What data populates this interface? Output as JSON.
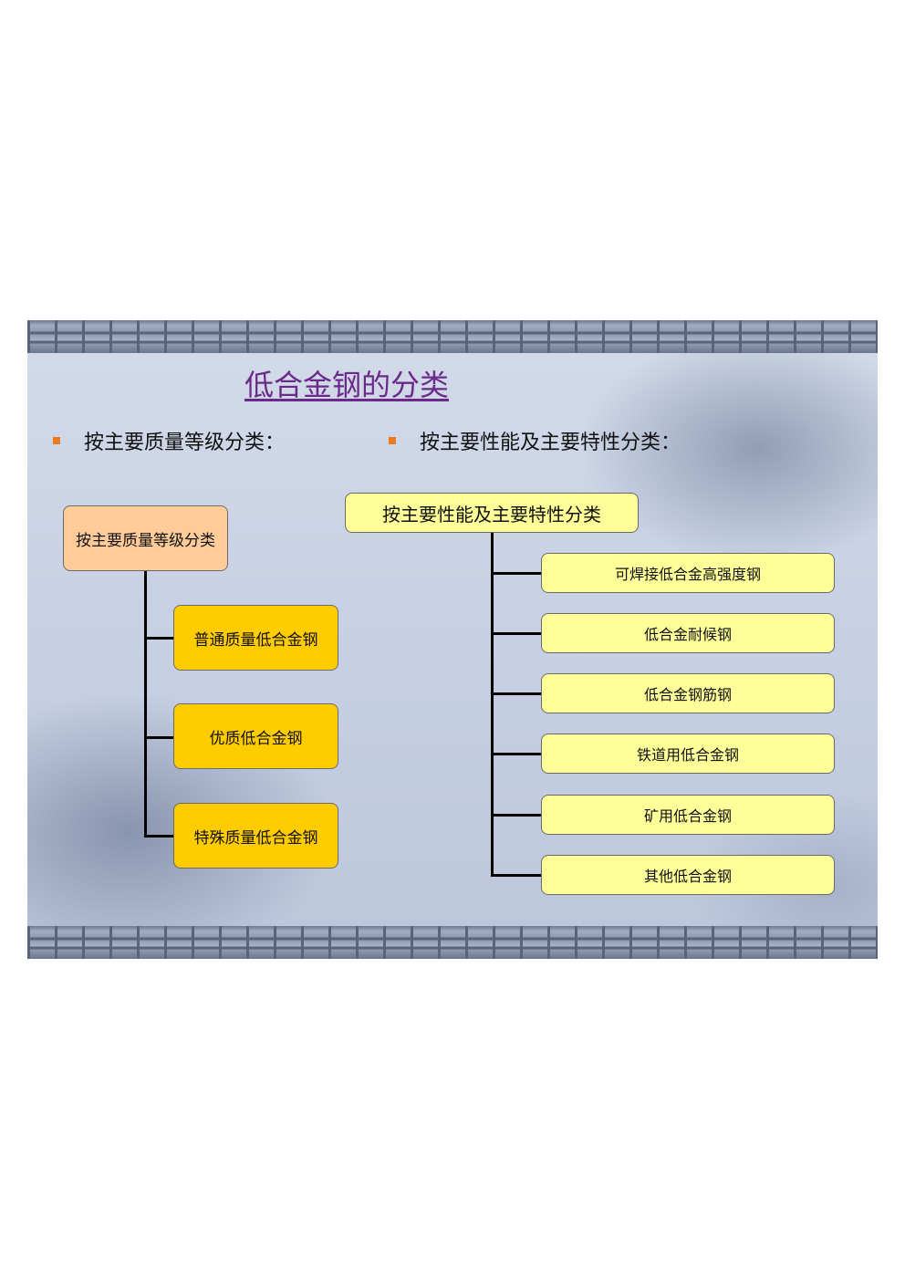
{
  "slide": {
    "title": "低合金钢的分类",
    "bullets": [
      {
        "text": "按主要质量等级分类："
      },
      {
        "text": "按主要性能及主要特性分类："
      }
    ],
    "colors": {
      "title": "#6b2a8a",
      "bullet": "#f07820",
      "root_left": "#ffcc99",
      "items_left": "#ffcc00",
      "root_right": "#ffff99",
      "items_right": "#ffff99",
      "connector": "#000000"
    },
    "left_tree": {
      "root": "按主要质量等级分类",
      "items": [
        "普通质量低合金钢",
        "优质低合金钢",
        "特殊质量低合金钢"
      ]
    },
    "right_tree": {
      "root": "按主要性能及主要特性分类",
      "items": [
        "可焊接低合金高强度钢",
        "低合金耐候钢",
        "低合金钢筋钢",
        "铁道用低合金钢",
        "矿用低合金钢",
        "其他低合金钢"
      ]
    }
  }
}
